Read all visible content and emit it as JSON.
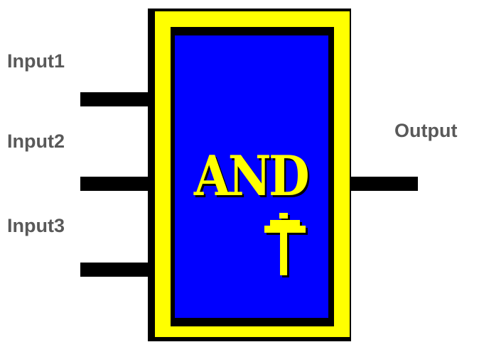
{
  "diagram": {
    "inputs": [
      {
        "label": "Input1"
      },
      {
        "label": "Input2"
      },
      {
        "label": "Input3"
      }
    ],
    "output": {
      "label": "Output"
    },
    "gate": {
      "text": "AND",
      "edge_symbol": "rising-edge-arrow"
    },
    "colors": {
      "frame": "#ffff00",
      "face": "#0000ff",
      "text": "#ffff00",
      "wire": "#000000",
      "label": "#595959"
    }
  }
}
